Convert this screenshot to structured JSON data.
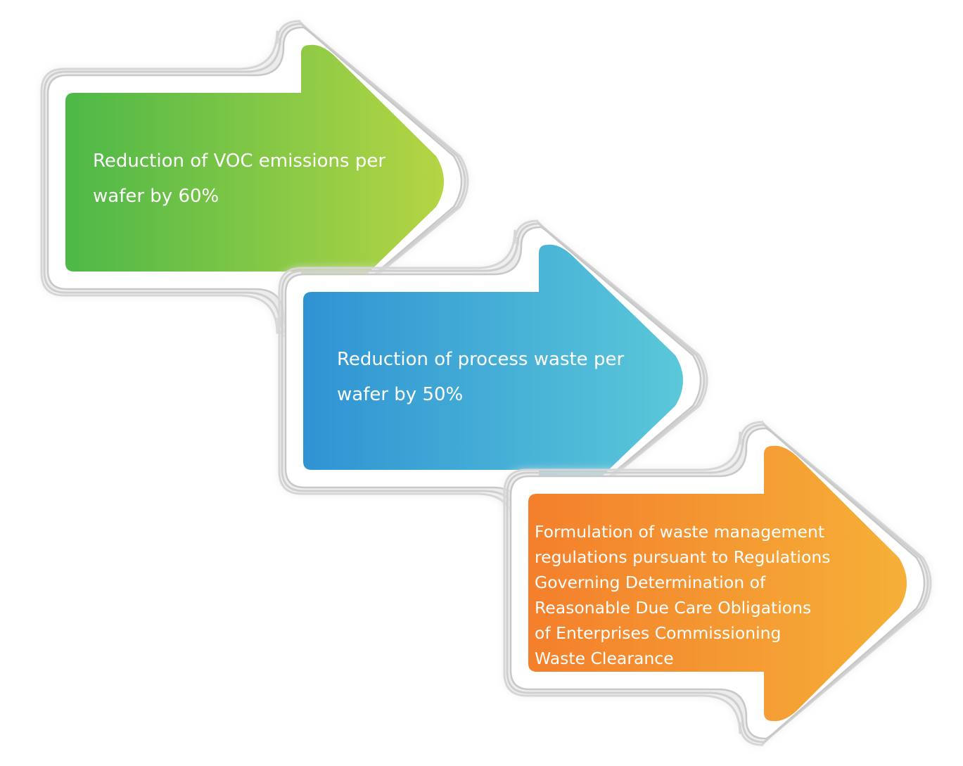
{
  "diagram": {
    "type": "process-arrows",
    "arrows": [
      {
        "lines": [
          "Reduction of VOC emissions per",
          "wafer by 60%"
        ],
        "color_start": "#4db848",
        "color_end": "#b5d544"
      },
      {
        "lines": [
          "Reduction of process waste per",
          "wafer by 50%"
        ],
        "color_start": "#2f93d3",
        "color_end": "#5bc8d9"
      },
      {
        "lines": [
          "Formulation of waste management",
          "regulations pursuant to Regulations",
          "Governing Determination of",
          "Reasonable Due Care Obligations",
          "of Enterprises Commissioning",
          "Waste Clearance"
        ],
        "color_start": "#f47f2c",
        "color_end": "#f5b038"
      }
    ],
    "outline_color": "#d3d3d3"
  }
}
